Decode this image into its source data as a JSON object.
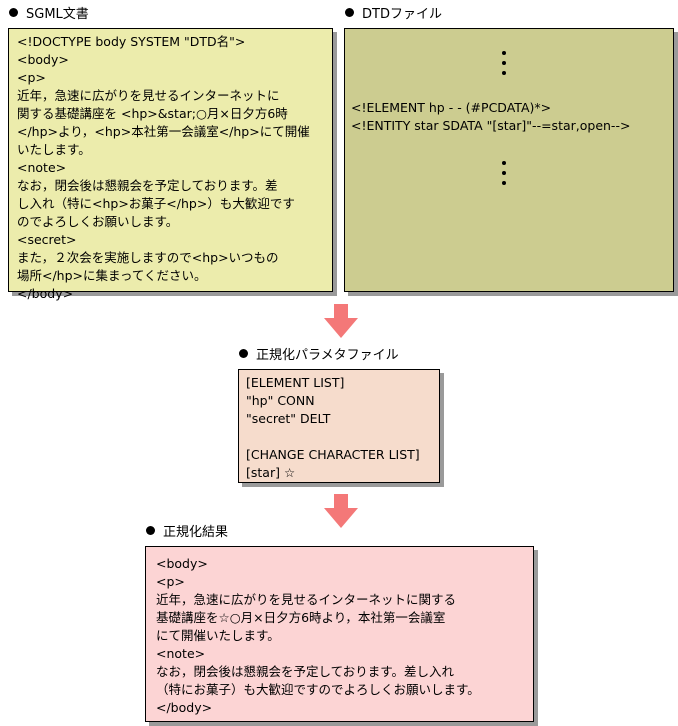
{
  "sgml": {
    "title": "SGML文書",
    "lines": [
      "<!DOCTYPE body SYSTEM \"DTD名\">",
      "<body>",
      "<p>",
      "近年，急速に広がりを見せるインターネットに",
      "関する基礎講座を <hp>&star;○月×日夕方6時",
      "</hp>より，<hp>本社第一会議室</hp>にて開催",
      "いたします。",
      "<note>",
      "なお，閉会後は懇親会を予定しております。差",
      "し入れ（特に<hp>お菓子</hp>）も大歓迎です",
      "のでよろしくお願いします。",
      "<secret>",
      "また，２次会を実施しますので<hp>いつもの",
      "場所</hp>に集まってください。",
      "</body>"
    ]
  },
  "dtd": {
    "title": "DTDファイル",
    "lines": [
      "<!ELEMENT hp - - (#PCDATA)*>",
      "<!ENTITY star SDATA \"[star]\"--=star,open-->"
    ]
  },
  "param": {
    "title": "正規化パラメタファイル",
    "lines": [
      "[ELEMENT LIST]",
      "\"hp\" CONN",
      "\"secret\" DELT",
      "",
      "[CHANGE CHARACTER LIST]",
      "[star] ☆"
    ]
  },
  "result": {
    "title": "正規化結果",
    "lines": [
      "<body>",
      "<p>",
      "近年，急速に広がりを見せるインターネットに関する",
      "基礎講座を☆○月×日夕方6時より，本社第一会議室",
      "にて開催いたします。",
      "<note>",
      "なお，閉会後は懇親会を予定しております。差し入れ",
      "（特にお菓子）も大歓迎ですのでよろしくお願いします。",
      "</body>"
    ]
  },
  "colors": {
    "sgml_box": "#ececac",
    "dtd_box": "#cccc90",
    "param_box": "#f6dccc",
    "result_box": "#fcd4d4",
    "arrow": "#f47878"
  }
}
